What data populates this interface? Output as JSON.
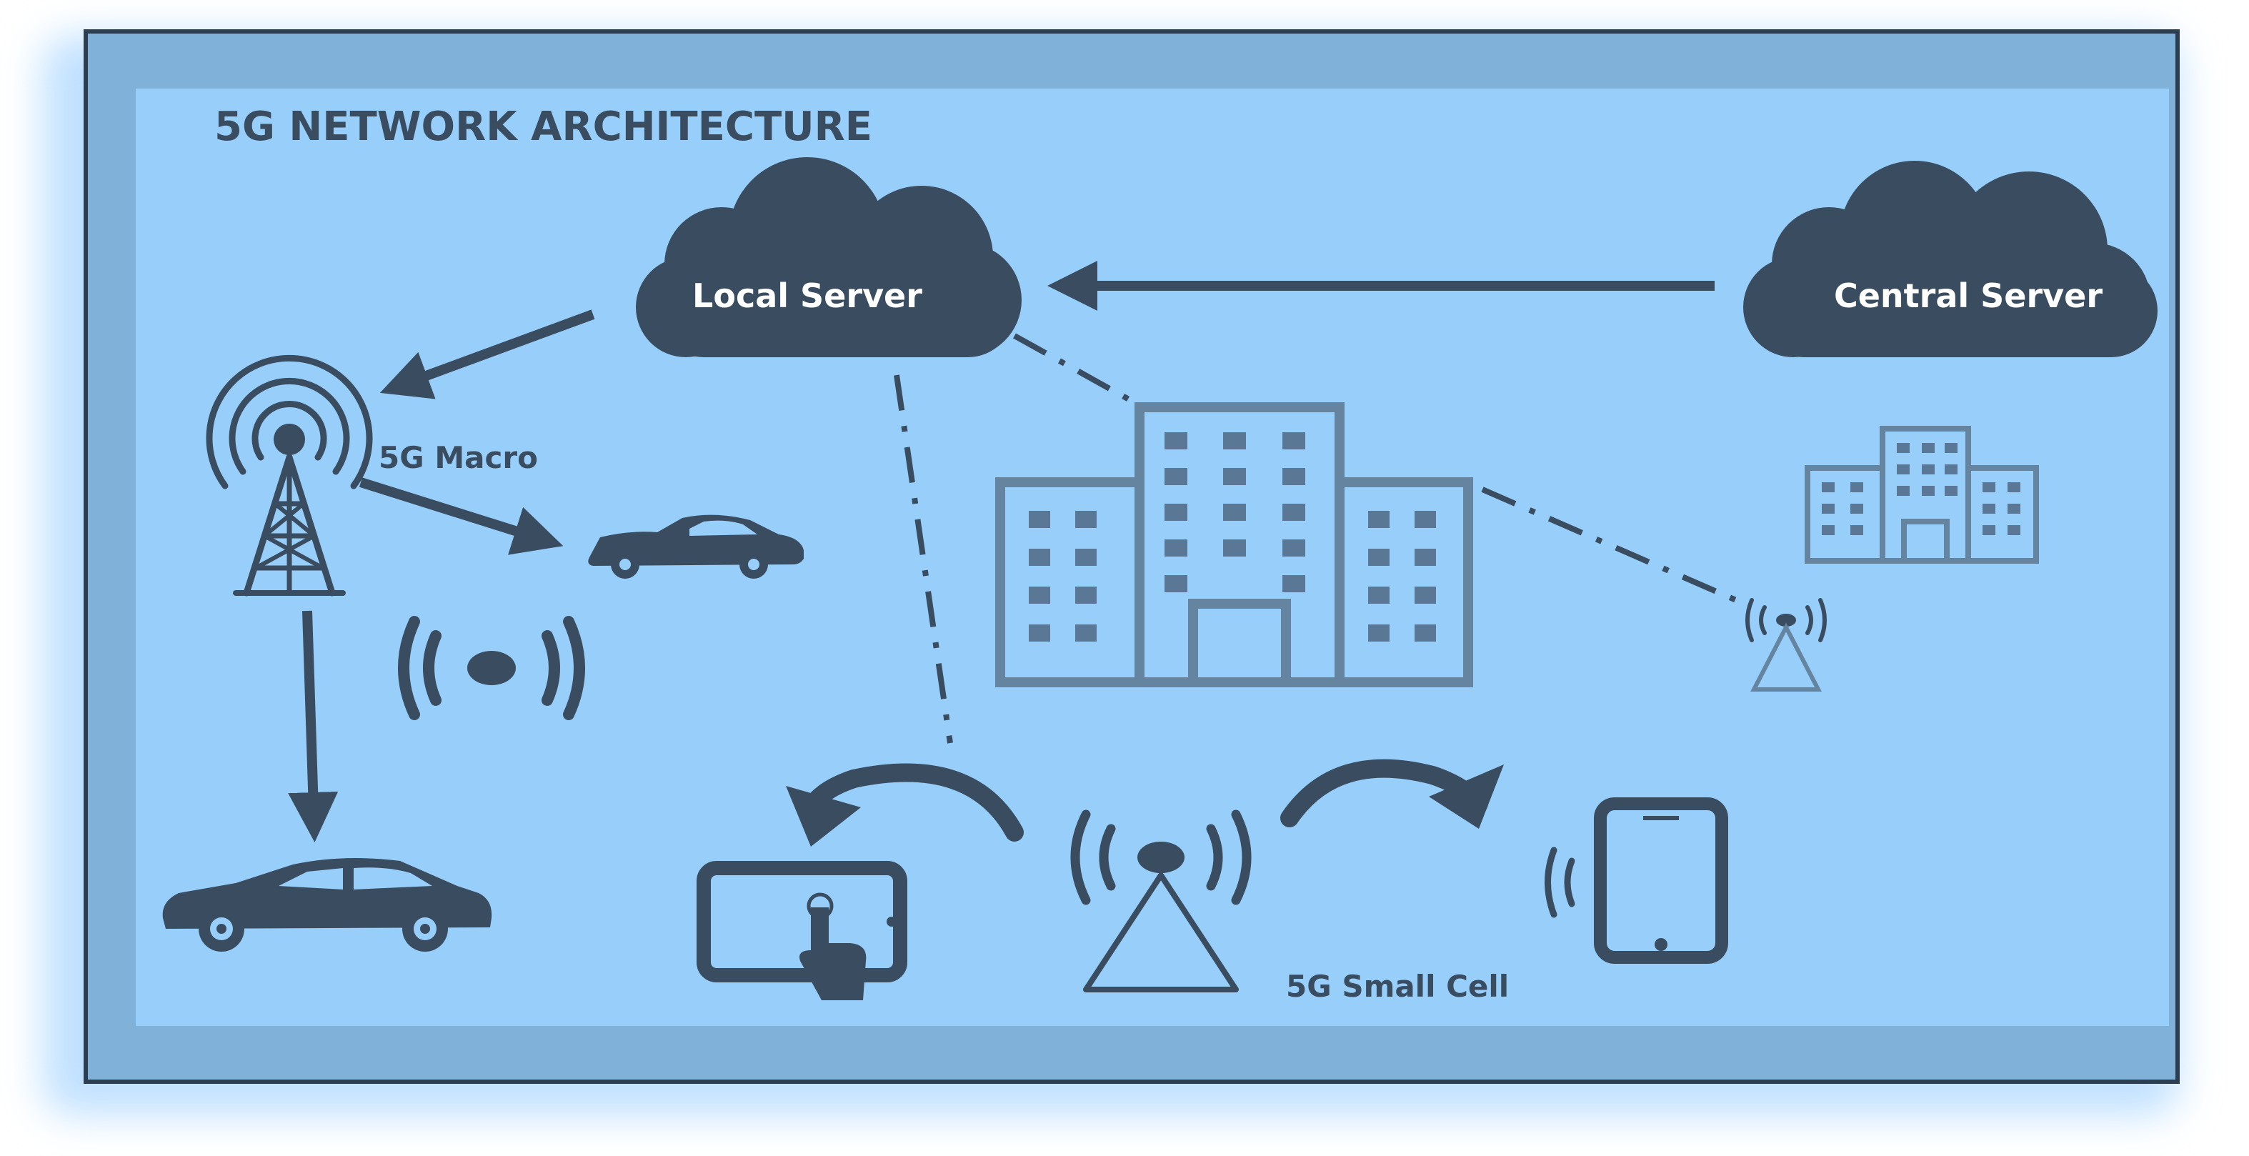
{
  "title": "5G NETWORK ARCHITECTURE",
  "nodes": {
    "local_server": "Local Server",
    "central_server": "Central Server",
    "macro": "5G Macro",
    "small_cell": "5G Small Cell"
  },
  "colors": {
    "frame_bg": "#7fb1d9",
    "panel_bg": "#98cefa",
    "icon": "#3a4d60",
    "building": "#64849f",
    "building_window": "#5a7896",
    "cloud_text": "#ffffff",
    "glow": "#bfe0ff"
  },
  "icons": [
    "cloud-icon",
    "cell-tower-icon",
    "car-icon",
    "wireless-signal-icon",
    "office-building-icon",
    "tablet-touch-icon",
    "smartphone-icon",
    "small-cell-antenna-icon",
    "curved-arrow-icon"
  ]
}
